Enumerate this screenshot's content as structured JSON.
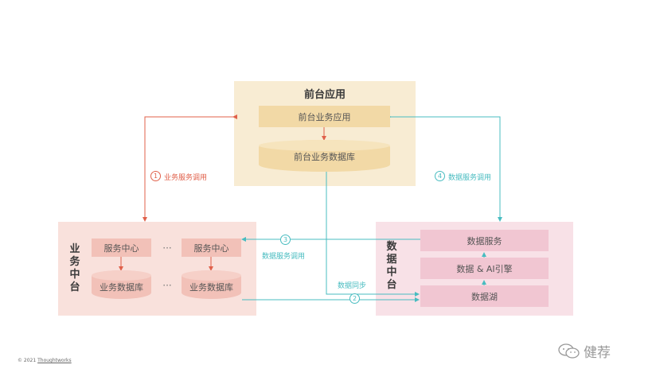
{
  "front": {
    "title": "前台应用",
    "app": "前台业务应用",
    "db": "前台业务数据库"
  },
  "business": {
    "title": "业务中台",
    "services": [
      "服务中心",
      "服务中心"
    ],
    "databases": [
      "业务数据库",
      "业务数据库"
    ],
    "ellipsis": "···"
  },
  "data_center": {
    "title": "数据中台",
    "items": [
      "数据服务",
      "数据 & AI引擎",
      "数据湖"
    ]
  },
  "flows": [
    {
      "num": "1",
      "label": "业务服务调用"
    },
    {
      "num": "2",
      "label": "数据同步"
    },
    {
      "num": "3",
      "label": "数据服务调用"
    },
    {
      "num": "4",
      "label": "数据服务调用"
    }
  ],
  "footer": {
    "copyright": "© 2021",
    "brand": "Thoughtworks"
  },
  "watermark": {
    "text": "健荐"
  },
  "colors": {
    "red_arrow": "#e0604a",
    "teal_arrow": "#48bcc0"
  }
}
